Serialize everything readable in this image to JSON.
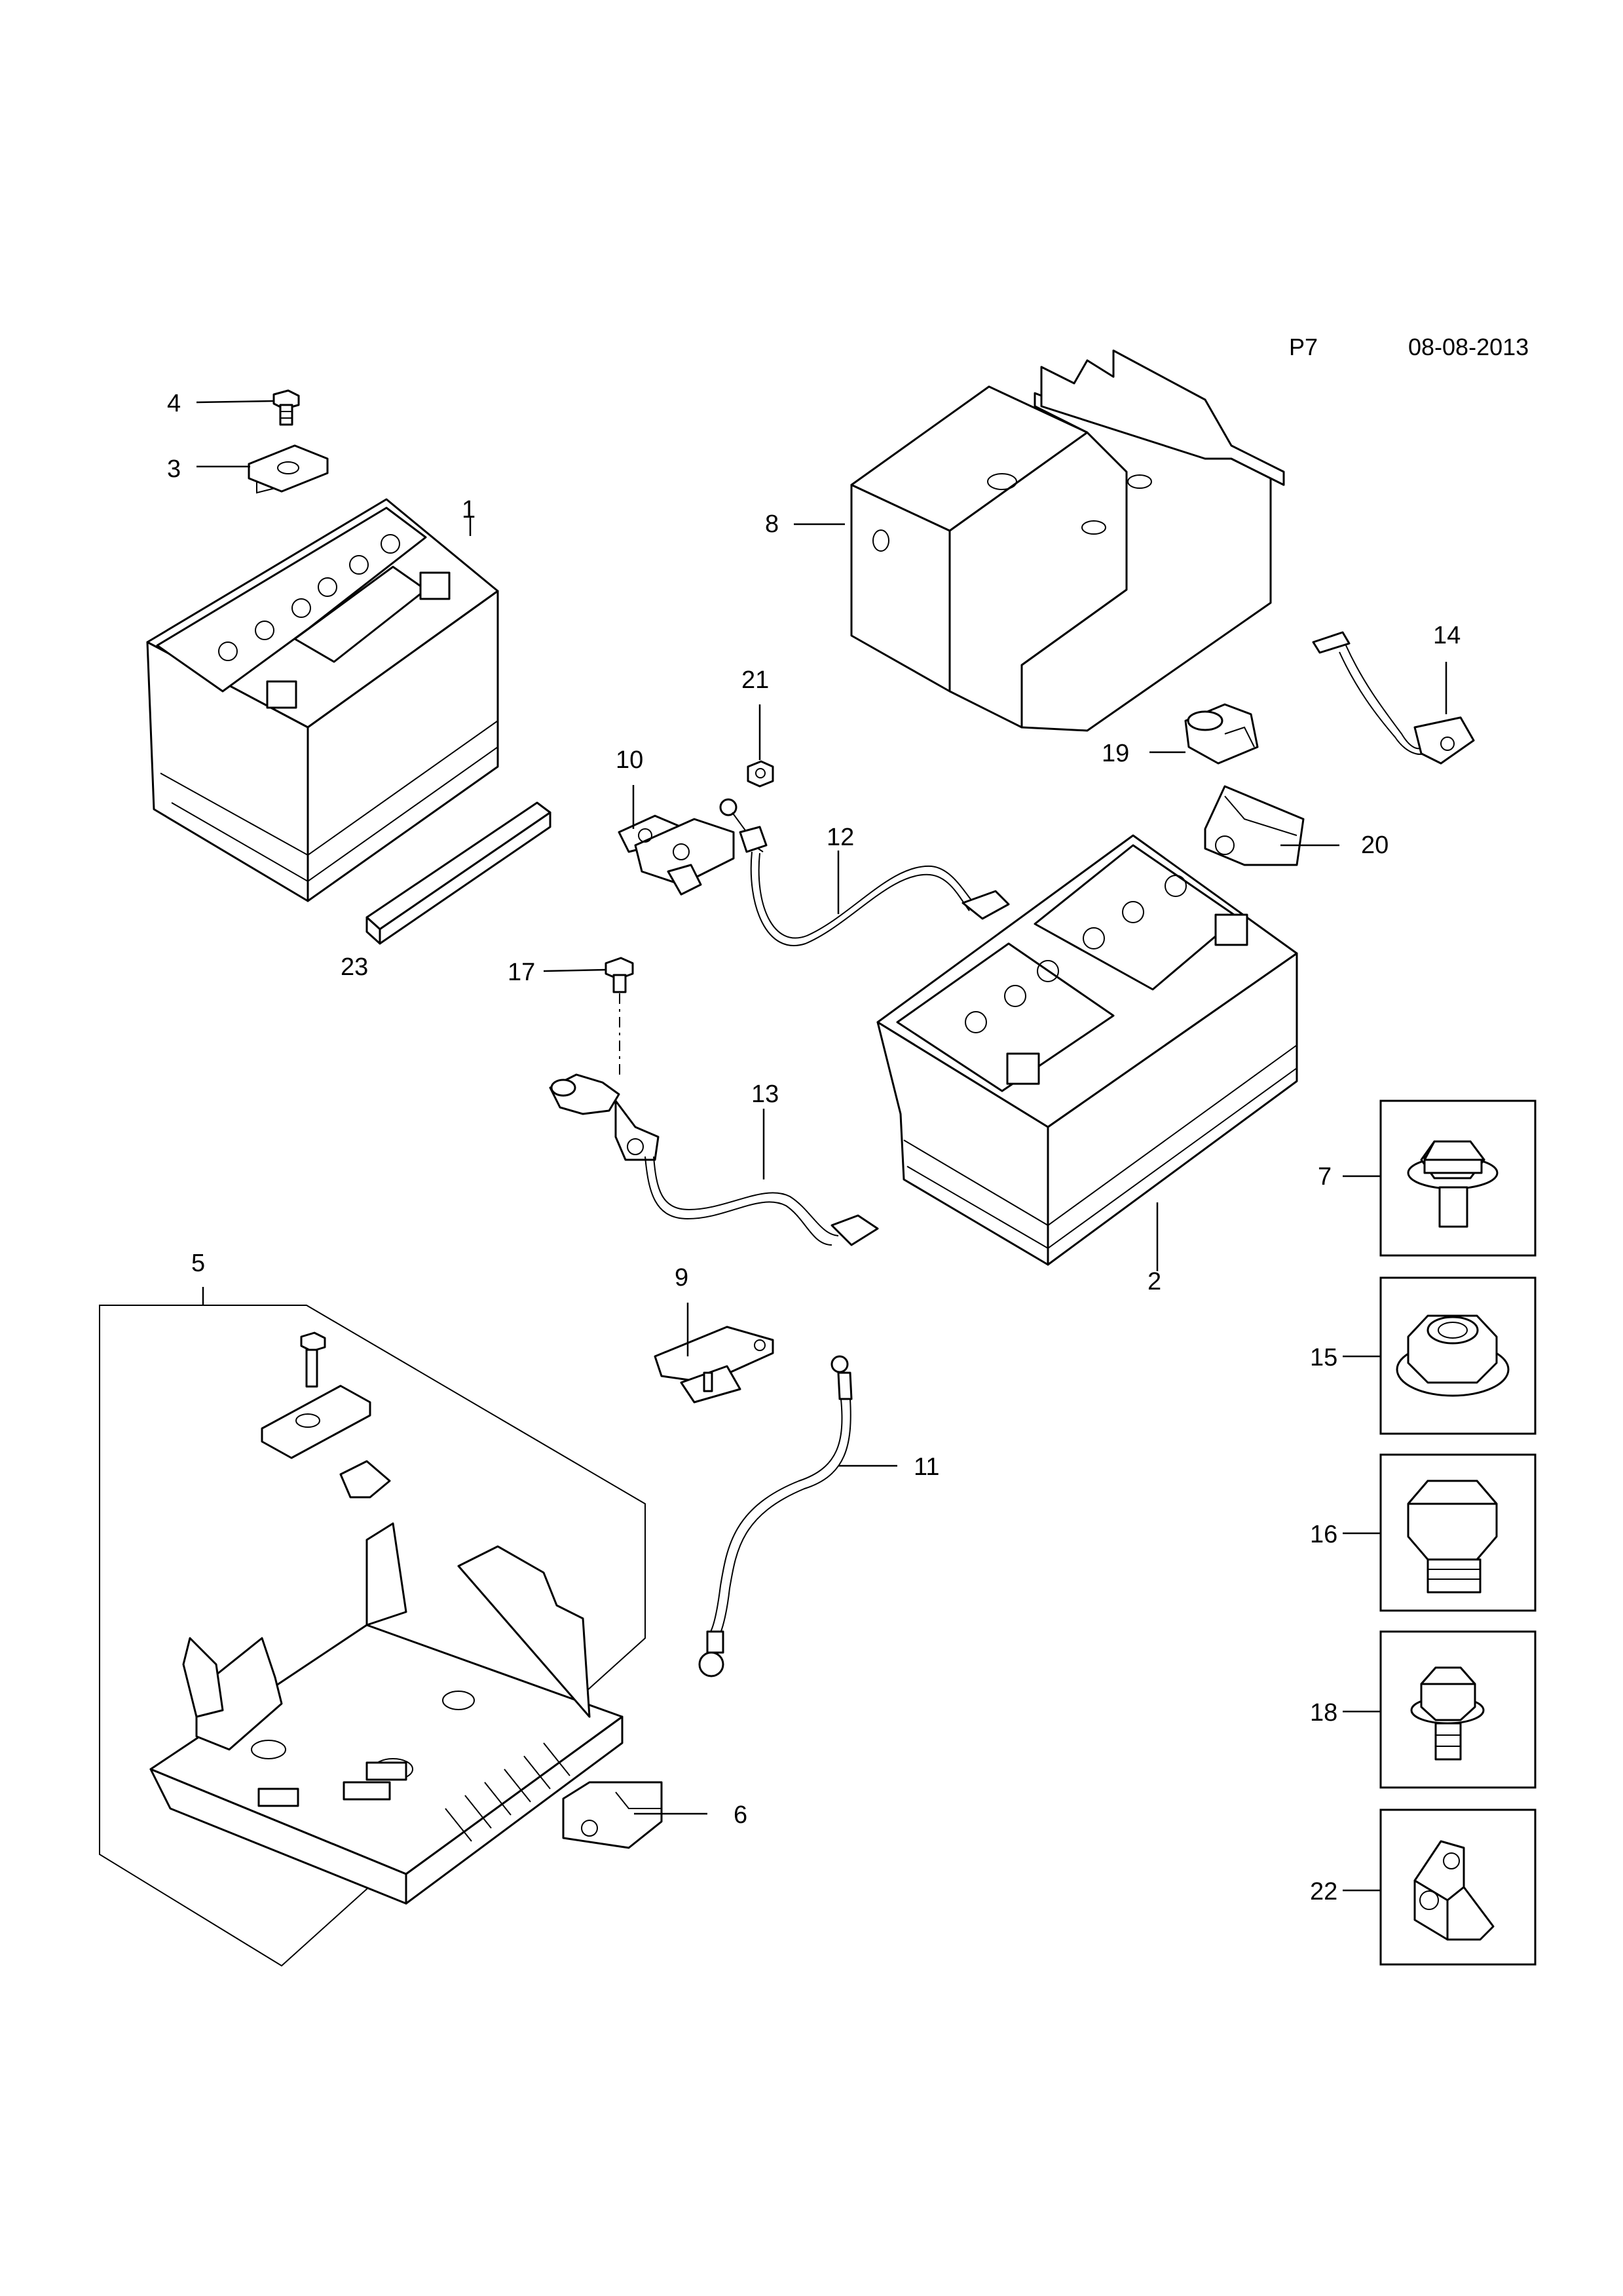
{
  "header": {
    "page_code": "P7",
    "date": "08-08-2013"
  },
  "callouts": {
    "c1": "1",
    "c2": "2",
    "c3": "3",
    "c4": "4",
    "c5": "5",
    "c6": "6",
    "c7": "7",
    "c8": "8",
    "c9": "9",
    "c10": "10",
    "c11": "11",
    "c12": "12",
    "c13": "13",
    "c14": "14",
    "c15": "15",
    "c16": "16",
    "c17": "17",
    "c18": "18",
    "c19": "19",
    "c20": "20",
    "c21": "21",
    "c22": "22",
    "c23": "23"
  },
  "icons": {
    "battery_small": "battery-icon",
    "battery_large": "battery-icon",
    "battery_cover": "cover-icon",
    "battery_tray": "tray-icon",
    "cables": "cable-icon",
    "fasteners": "bolt-icon"
  }
}
